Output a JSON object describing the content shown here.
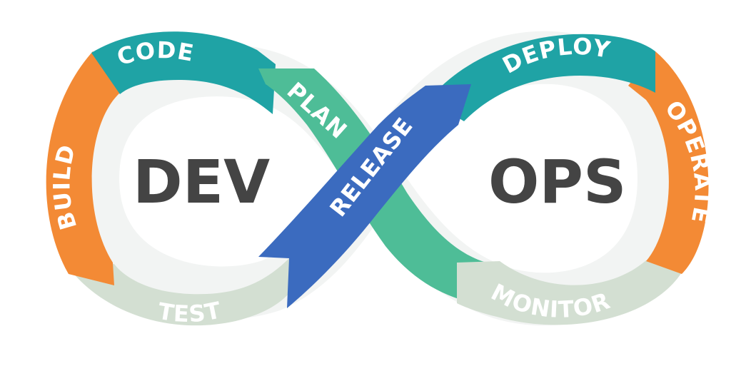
{
  "center": {
    "dev_label": "DEV",
    "ops_label": "OPS"
  },
  "segments": {
    "code": {
      "label": "CODE",
      "color": "#1fa3a5"
    },
    "build": {
      "label": "BUILD",
      "color": "#f38a35"
    },
    "test": {
      "label": "TEST",
      "color": "#d3dfd2"
    },
    "plan": {
      "label": "PLAN",
      "color": "#4ebd97"
    },
    "release": {
      "label": "RELEASE",
      "color": "#3b6bbf"
    },
    "deploy": {
      "label": "DEPLOY",
      "color": "#1fa3a5"
    },
    "operate": {
      "label": "OPERATE",
      "color": "#f38a35"
    },
    "monitor": {
      "label": "MONITOR",
      "color": "#d3dfd2"
    }
  }
}
